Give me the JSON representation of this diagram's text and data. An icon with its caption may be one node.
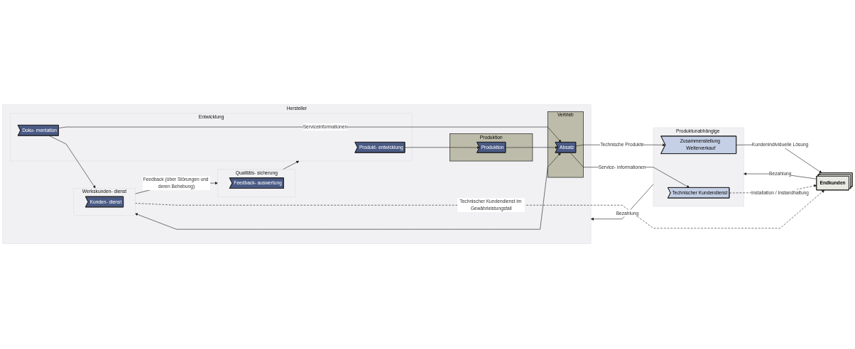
{
  "diagram": {
    "nodes": [
      {
        "text": [
          "Hersteller"
        ]
      },
      {
        "text": [
          "Entwicklung"
        ],
        "in": 0
      },
      {
        "text": [
          "Produkt- entwicklung"
        ],
        "in": 1
      },
      {
        "text": [
          "Doku- mentation"
        ],
        "in": 1
      },
      {
        "text": [
          "Produktion"
        ],
        "in": 0
      },
      {
        "text": [
          "Produktion"
        ],
        "in": 4
      },
      {
        "text": [
          "Vertrieb"
        ],
        "in": 0
      },
      {
        "text": [
          "Absatz"
        ],
        "in": 6
      },
      {
        "text": [
          "Qualitäts- sicherung"
        ],
        "in": 0
      },
      {
        "text": [
          "Feedback- auswertung"
        ],
        "in": 8
      },
      {
        "text": [
          "Werkskunden- dienst"
        ],
        "in": 0
      },
      {
        "text": [
          "Kunden- dienst"
        ],
        "in": 10
      },
      {
        "text": [
          "Produktunabhängige Kundendienste"
        ]
      },
      {
        "text": [
          "Zusammenstellung Weiterverkauf"
        ],
        "in": 12
      },
      {
        "text": [
          "Technischer Kundendienst"
        ],
        "in": 12
      },
      {
        "text": [
          "Endkunden"
        ]
      }
    ],
    "edges": [
      {
        "from": 2,
        "to": 5,
        "arrow": "to"
      },
      {
        "from": 5,
        "to": 7,
        "arrow": "to"
      },
      {
        "from": 3,
        "to": 7,
        "arrow": "to",
        "label": "Serviceinformationen"
      },
      {
        "from": 3,
        "to": 10,
        "arrow": "to"
      },
      {
        "from": 7,
        "to": 10,
        "arrow": "both"
      },
      {
        "from": 10,
        "to": 8,
        "arrow": "to",
        "label": "Feedback (über Störungen und deren Behebung)"
      },
      {
        "from": 8,
        "to": 1,
        "arrow": "to"
      },
      {
        "from": 7,
        "to": 13,
        "arrow": "to",
        "label": "Technische Produkte"
      },
      {
        "from": 7,
        "to": 14,
        "arrow": "to",
        "label": "Service- informationen"
      },
      {
        "from": 13,
        "to": 15,
        "arrow": "to",
        "label": "Kundenindividuelle Lösung"
      },
      {
        "from": 14,
        "to": 15,
        "arrow": "to",
        "label": "Installation / Instandhaltung",
        "style": "dashed"
      },
      {
        "from": 10,
        "to": 15,
        "arrow": "to",
        "label": "Technischer Kundendienst im Gewährleistungsfall",
        "style": "dashed"
      },
      {
        "from": 12,
        "to": 0,
        "arrow": "to",
        "label": "Bezahlung"
      },
      {
        "from": 15,
        "to": 12,
        "arrow": "to",
        "label": "Bezahlung"
      }
    ]
  }
}
